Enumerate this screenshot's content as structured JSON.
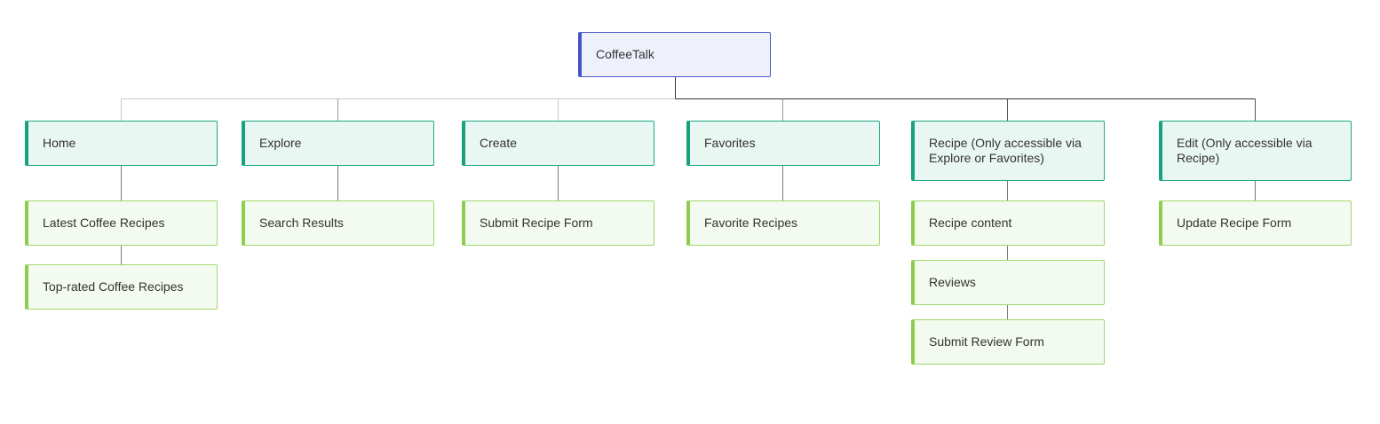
{
  "diagram": {
    "root": {
      "label": "CoffeeTalk"
    },
    "sections": [
      {
        "label": "Home",
        "children": [
          "Latest Coffee Recipes",
          "Top-rated Coffee Recipes"
        ]
      },
      {
        "label": "Explore",
        "children": [
          "Search Results"
        ]
      },
      {
        "label": "Create",
        "children": [
          "Submit Recipe Form"
        ]
      },
      {
        "label": "Favorites",
        "children": [
          "Favorite Recipes"
        ]
      },
      {
        "label": "Recipe (Only accessible via Explore or Favorites)",
        "children": [
          "Recipe content",
          "Reviews",
          "Submit Review Form"
        ]
      },
      {
        "label": "Edit (Only accessible via Recipe)",
        "children": [
          "Update Recipe Form"
        ]
      }
    ]
  },
  "colors": {
    "root_accent": "#4553c6",
    "root_fill": "#eef1fb",
    "section_accent": "#17a17e",
    "section_fill": "#e9f7f3",
    "page_accent": "#8dcd4d",
    "page_fill": "#f3faef",
    "connector": "#7a7a7a"
  }
}
